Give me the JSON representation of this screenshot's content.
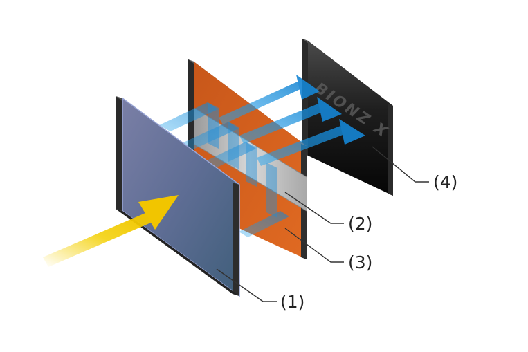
{
  "diagram": {
    "layers": [
      {
        "id": "1",
        "label": "(1)"
      },
      {
        "id": "2",
        "label": "(2)"
      },
      {
        "id": "3",
        "label": "(3)"
      },
      {
        "id": "4",
        "label": "(4)"
      }
    ],
    "processor_logo_text": "BIONZ X",
    "colors": {
      "sensor": "#5b6f9a",
      "circuit_panel": "#d9621f",
      "memory_strip": "#c9c9c9",
      "processor": "#1a1a1a",
      "light_arrow": "#f2c200",
      "signal_arrow": "#1b8fd6",
      "frame": "#3a3a3a"
    }
  }
}
